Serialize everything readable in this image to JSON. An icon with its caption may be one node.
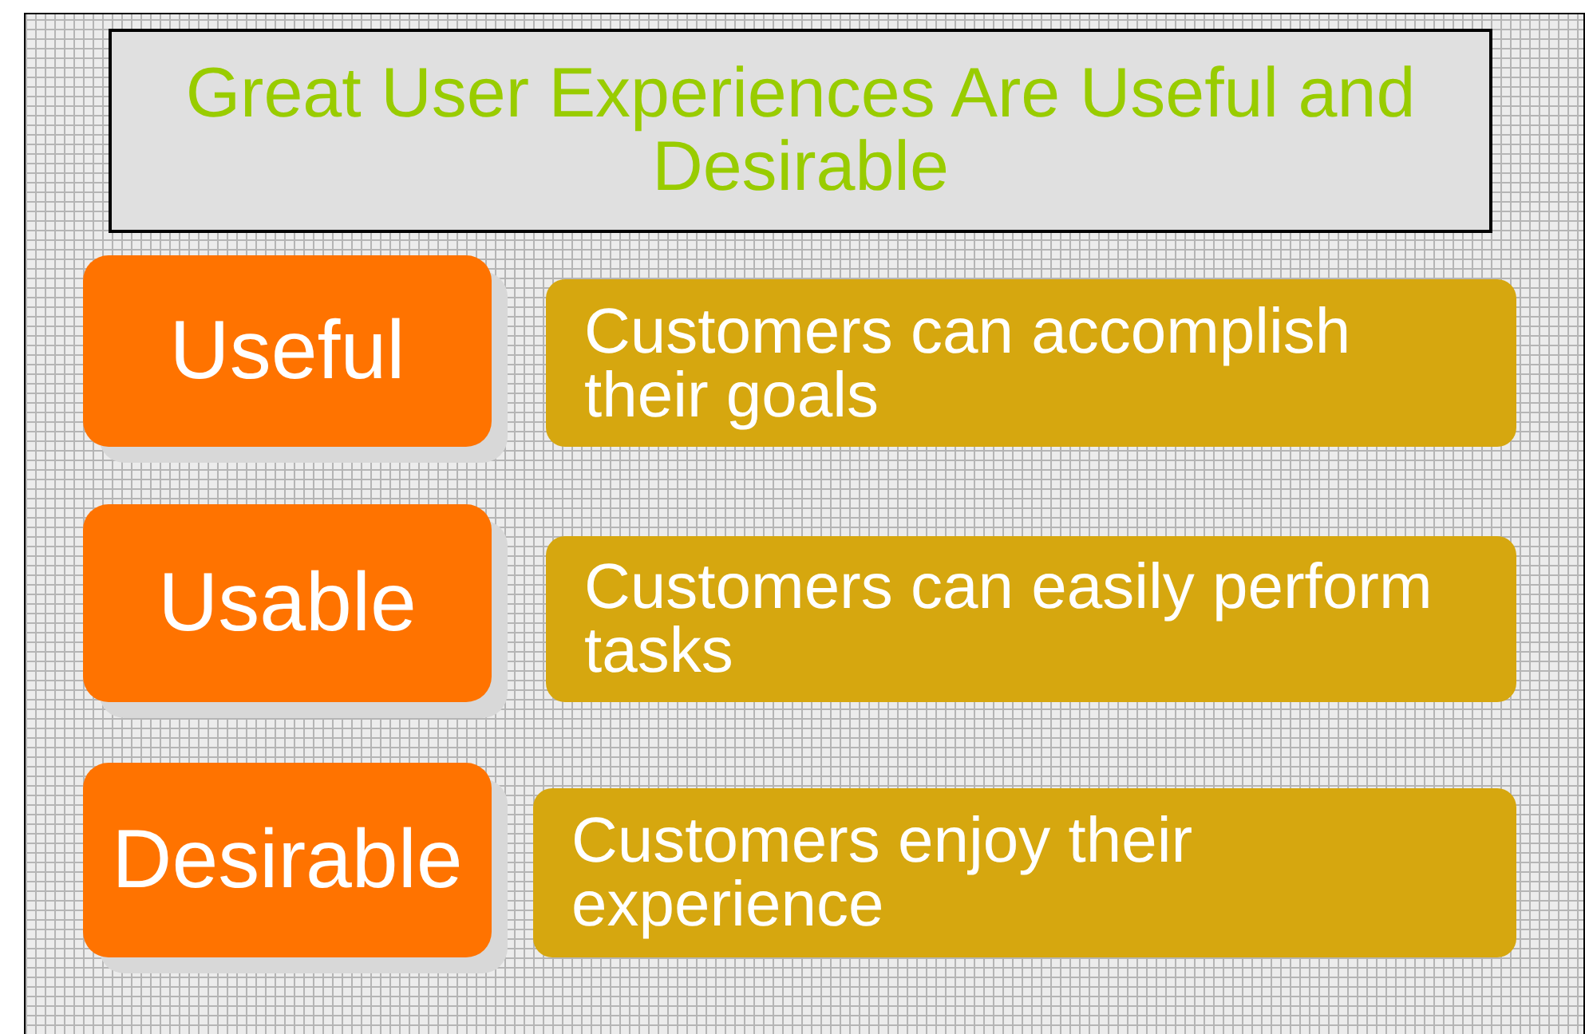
{
  "diagram": {
    "title": "Great User Experiences Are Useful and Desirable",
    "nodes": [
      {
        "text": [
          "Useful"
        ]
      },
      {
        "text": [
          "Customers can accomplish their goals"
        ]
      },
      {
        "text": [
          "Usable"
        ]
      },
      {
        "text": [
          "Customers can easily perform tasks"
        ]
      },
      {
        "text": [
          "Desirable"
        ]
      },
      {
        "text": [
          "Customers enjoy their experience"
        ]
      }
    ]
  }
}
